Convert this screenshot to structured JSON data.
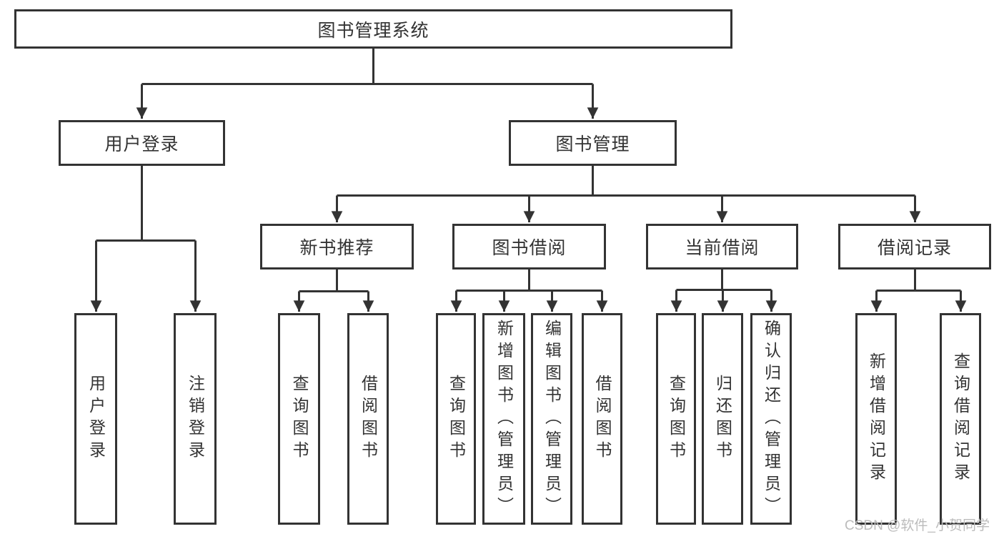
{
  "diagram": {
    "type": "hierarchy-tree",
    "orientation": "top-down",
    "colors": {
      "line": "#333333",
      "box_border": "#333333",
      "box_fill": "#ffffff",
      "text": "#333333",
      "watermark_text_color": "#bcbcbc",
      "background": "#ffffff"
    },
    "tree": {
      "root": {
        "label": "图书管理系统",
        "children": [
          {
            "label": "用户登录",
            "children": [
              {
                "label": "用户登录"
              },
              {
                "label": "注销登录"
              }
            ]
          },
          {
            "label": "图书管理",
            "children": [
              {
                "label": "新书推荐",
                "children": [
                  {
                    "label": "查询图书"
                  },
                  {
                    "label": "借阅图书"
                  }
                ]
              },
              {
                "label": "图书借阅",
                "children": [
                  {
                    "label": "查询图书"
                  },
                  {
                    "label": "新增图书（管理员）"
                  },
                  {
                    "label": "编辑图书（管理员）"
                  },
                  {
                    "label": "借阅图书"
                  }
                ]
              },
              {
                "label": "当前借阅",
                "children": [
                  {
                    "label": "查询图书"
                  },
                  {
                    "label": "归还图书"
                  },
                  {
                    "label": "确认归还（管理员）"
                  }
                ]
              },
              {
                "label": "借阅记录",
                "children": [
                  {
                    "label": "新增借阅记录"
                  },
                  {
                    "label": "查询借阅记录"
                  }
                ]
              }
            ]
          }
        ]
      }
    },
    "watermark": "CSDN @软件_小贺同学"
  }
}
